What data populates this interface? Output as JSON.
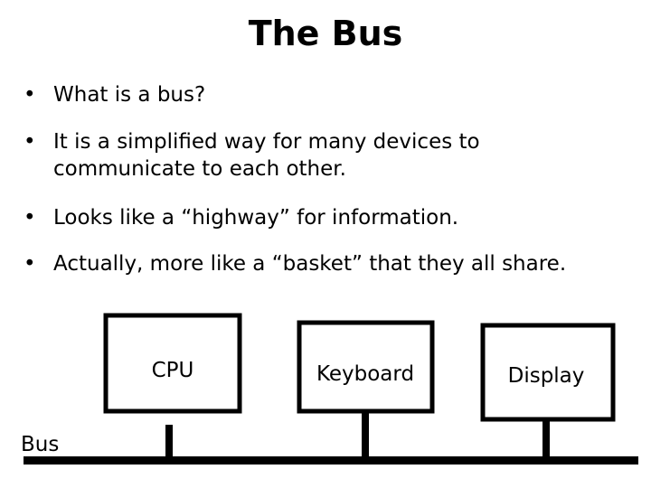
{
  "title": "The Bus",
  "bullets": [
    {
      "marker": "•",
      "text": "What is a bus?"
    },
    {
      "marker": "•",
      "text": "It is a simplified way for many devices to\ncommunicate to each other."
    },
    {
      "marker": "•",
      "text": "Looks like a “highway” for information."
    },
    {
      "marker": "•",
      "text": "Actually, more like a “basket” that they all share."
    }
  ],
  "diagram": {
    "devices": [
      {
        "label": "CPU"
      },
      {
        "label": "Keyboard"
      },
      {
        "label": "Display"
      }
    ],
    "bus_label": "Bus"
  }
}
